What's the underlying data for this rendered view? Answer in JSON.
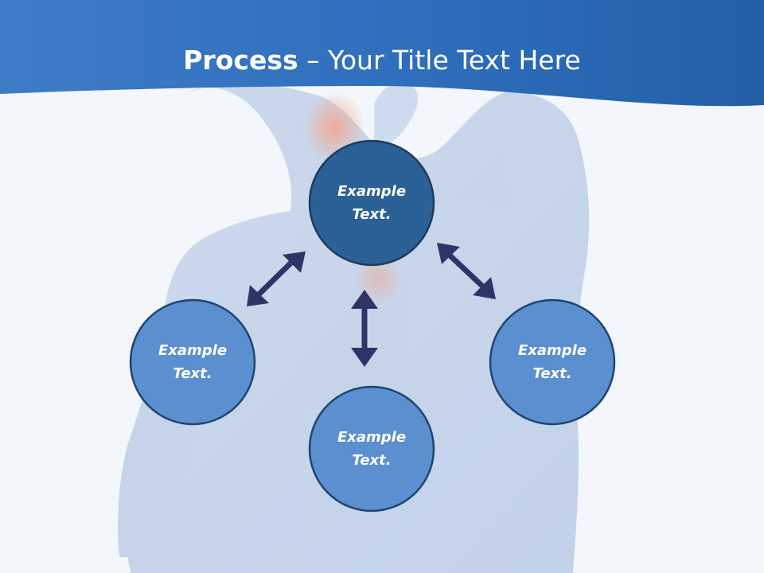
{
  "title": {
    "bold_part": "Process",
    "rest_part": " – Your Title Text Here"
  },
  "nodes": [
    {
      "label": "Example\nText.",
      "role": "center-top"
    },
    {
      "label": "Example\nText.",
      "role": "left"
    },
    {
      "label": "Example\nText.",
      "role": "bottom"
    },
    {
      "label": "Example\nText.",
      "role": "right"
    }
  ],
  "colors": {
    "header": "#2d6cb8",
    "top_node": "#2b6196",
    "other_nodes": "#5b8fd0",
    "node_border": "#1f3b5c",
    "arrows": "#2e3566",
    "background": "#f3f7fb"
  }
}
